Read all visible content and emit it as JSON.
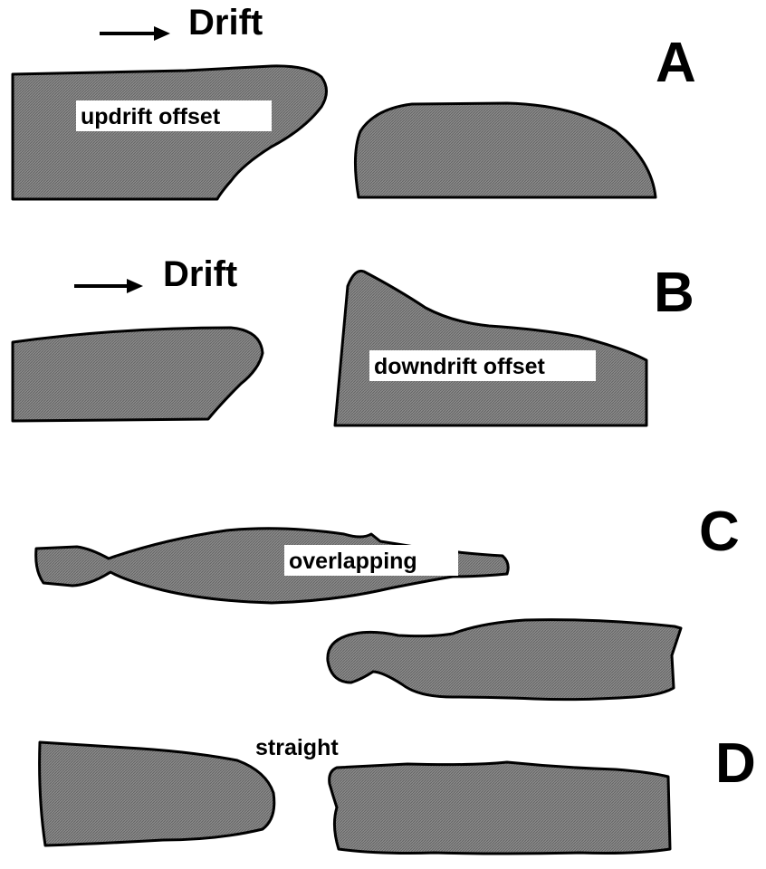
{
  "colors": {
    "shape_fill": "#888888",
    "hatch_line": "#6a6a6a",
    "outline": "#000000",
    "label_background": "#ffffff"
  },
  "panels": {
    "a": {
      "letter": "A",
      "drift_label": "Drift",
      "shape_label": "updrift offset"
    },
    "b": {
      "letter": "B",
      "drift_label": "Drift",
      "shape_label": "downdrift offset"
    },
    "c": {
      "letter": "C",
      "shape_label": "overlapping"
    },
    "d": {
      "letter": "D",
      "shape_label": "straight"
    }
  },
  "icons": {
    "drift_arrow": "right-arrow-icon"
  }
}
